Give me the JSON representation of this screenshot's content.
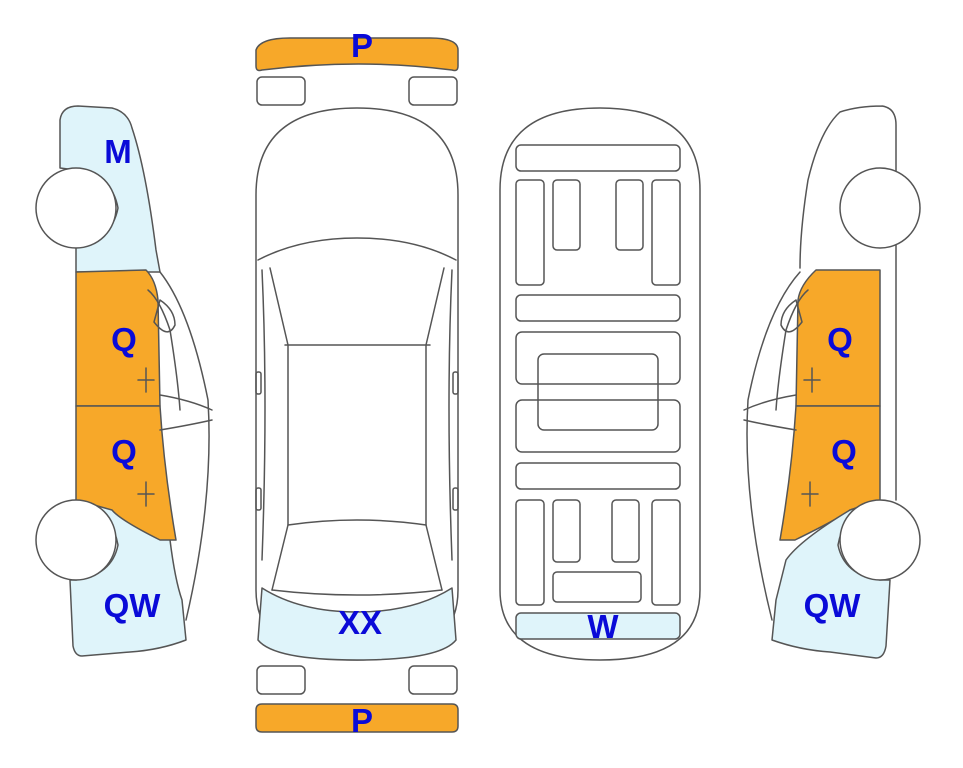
{
  "colors": {
    "damage_orange": "#f7a829",
    "repair_blue": "#dff4fa",
    "label_blue": "#0a0ad8",
    "outline": "#555555"
  },
  "labels": {
    "front_bumper": "P",
    "rear_bumper": "P",
    "left_rear_quarter": "M",
    "left_rear_door": "Q",
    "left_front_door": "Q",
    "left_front_fender": "QW",
    "right_rear_door": "Q",
    "right_front_door": "Q",
    "right_front_fender": "QW",
    "hood": "XX",
    "underbody_front": "W"
  }
}
